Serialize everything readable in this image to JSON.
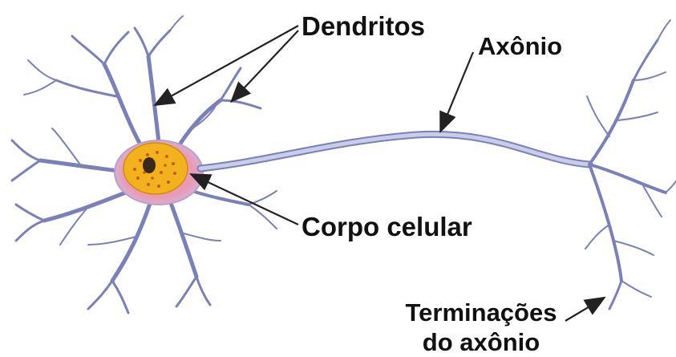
{
  "labels": {
    "dendrites": "Dendritos",
    "axon": "Axônio",
    "cell_body": "Corpo celular",
    "axon_terminals_line1": "Terminações",
    "axon_terminals_line2": "do axônio"
  },
  "colors": {
    "dendrite_fill": "#c9cde9",
    "dendrite_outline": "#7a80b8",
    "cell_body": "#e89ab6",
    "nucleus": "#f2b21e",
    "nucleus_dots": "#c85a10",
    "arrow": "#222222",
    "text": "#111111"
  }
}
